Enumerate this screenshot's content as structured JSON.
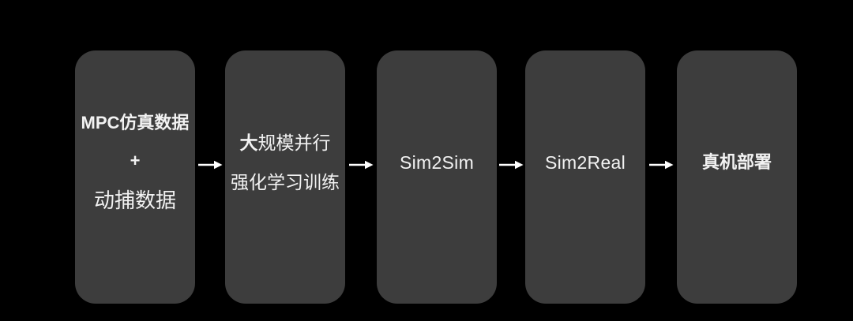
{
  "colors": {
    "background": "#000000",
    "box": "#3d3d3d",
    "text": "#f2f2f2",
    "arrow": "#ffffff"
  },
  "diagram": {
    "type": "flow",
    "direction": "left-to-right",
    "stages": [
      {
        "id": "training-data",
        "line1": "MPC仿真数据",
        "line2": "+",
        "line3": "动捕数据"
      },
      {
        "id": "rl-training",
        "line1_bold": "大",
        "line1_rest": "规模并行",
        "line2": "强化学习训练"
      },
      {
        "id": "sim2sim",
        "line1": "Sim2Sim"
      },
      {
        "id": "sim2real",
        "line1": "Sim2Real"
      },
      {
        "id": "deployment",
        "line1": "真机部署"
      }
    ],
    "connector": {
      "icon": "arrow-right-icon",
      "count": 4
    }
  }
}
